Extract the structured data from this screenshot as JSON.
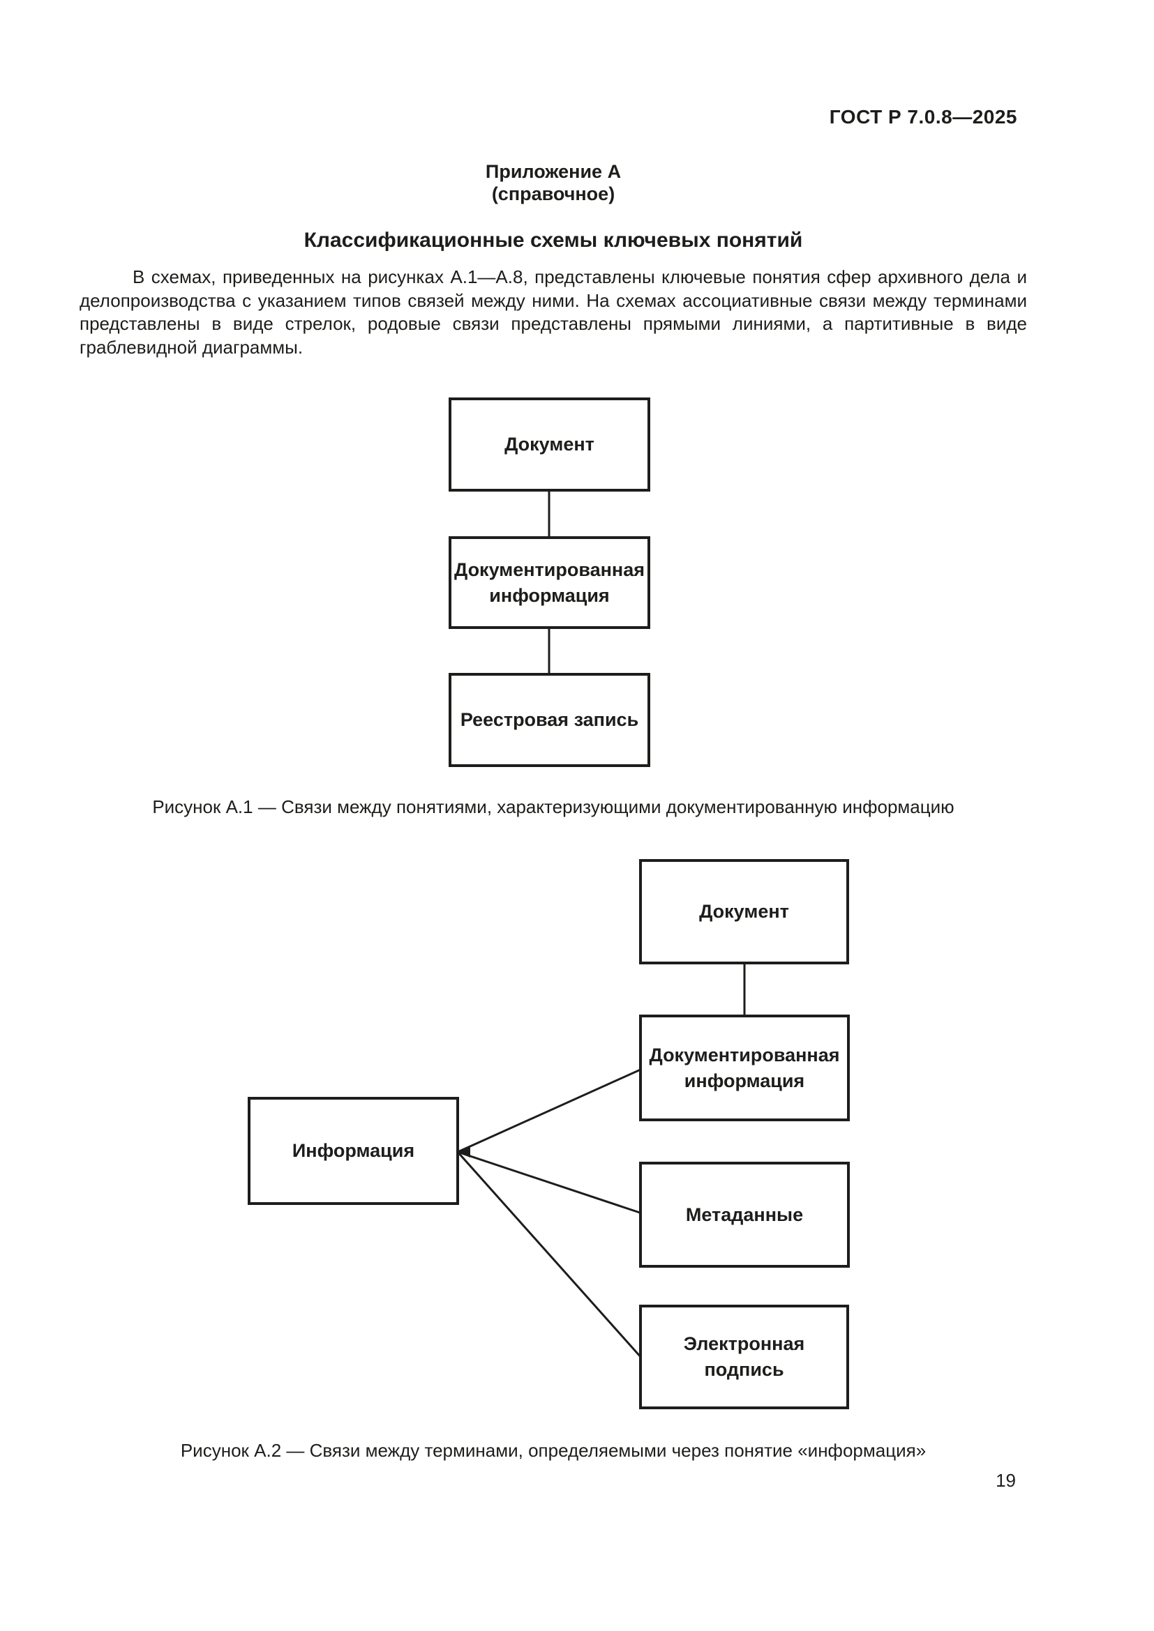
{
  "header": {
    "doc_code": "ГОСТ Р 7.0.8—2025",
    "page_number": "19"
  },
  "appendix": {
    "name": "Приложение А",
    "kind": "(справочное)",
    "title": "Классификационные схемы ключевых понятий",
    "intro": "В схемах, приведенных на рисунках А.1—А.8, представлены ключевые понятия сфер архивного дела и делопроизводства с указанием типов связей между ними. На схемах ассоциативные связи между терминами представлены в виде стрелок, родовые связи представлены прямыми линиями, а партитивные в виде граблевидной диаграммы."
  },
  "figure_a1": {
    "box_document": "Документ",
    "box_documented_information": "Документированная\nинформация",
    "box_registry_record": "Реестровая запись",
    "caption": "Рисунок А.1 — Связи между понятиями, характеризующими документированную информацию"
  },
  "figure_a2": {
    "box_document": "Документ",
    "box_documented_information": "Документированная\nинформация",
    "box_information": "Информация",
    "box_metadata": "Метаданные",
    "box_electronic_signature": "Электронная\nподпись",
    "caption": "Рисунок А.2 — Связи между терминами, определяемыми через понятие «информация»"
  }
}
